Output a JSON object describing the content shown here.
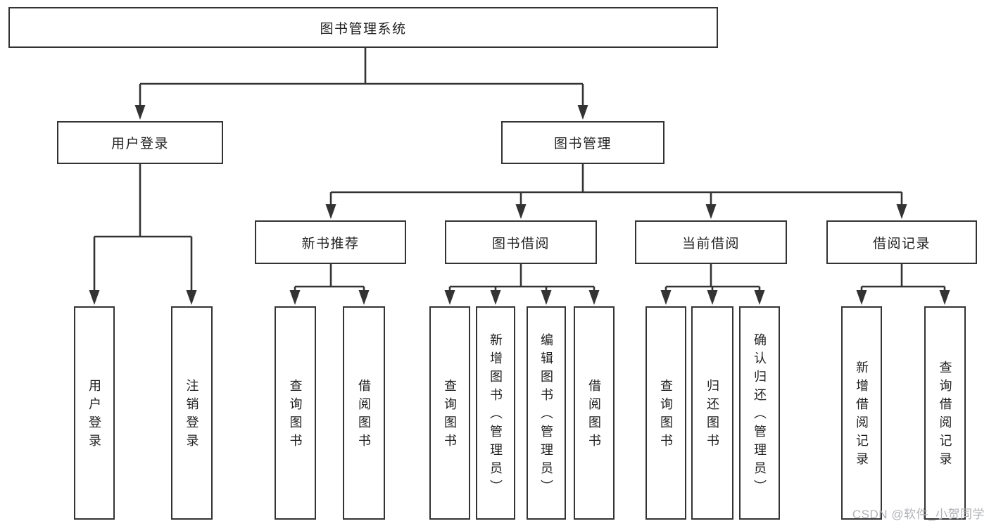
{
  "diagram": {
    "type": "tree",
    "root": {
      "label": "图书管理系统"
    },
    "branches": [
      {
        "label": "用户登录",
        "children": [
          {
            "label": "用户登录"
          },
          {
            "label": "注销登录"
          }
        ]
      },
      {
        "label": "图书管理",
        "children": [
          {
            "label": "新书推荐",
            "children": [
              {
                "label": "查询图书"
              },
              {
                "label": "借阅图书"
              }
            ]
          },
          {
            "label": "图书借阅",
            "children": [
              {
                "label": "查询图书"
              },
              {
                "label": "新增图书（管理员）"
              },
              {
                "label": "编辑图书（管理员）"
              },
              {
                "label": "借阅图书"
              }
            ]
          },
          {
            "label": "当前借阅",
            "children": [
              {
                "label": "查询图书"
              },
              {
                "label": "归还图书"
              },
              {
                "label": "确认归还（管理员）"
              }
            ]
          },
          {
            "label": "借阅记录",
            "children": [
              {
                "label": "新增借阅记录"
              },
              {
                "label": "查询借阅记录"
              }
            ]
          }
        ]
      }
    ]
  },
  "watermark": {
    "text": "CSDN @软件_小贺同学"
  },
  "colors": {
    "line": "#333333",
    "text": "#1f1f1f",
    "watermark": "#b0b2b6",
    "background": "#ffffff"
  }
}
